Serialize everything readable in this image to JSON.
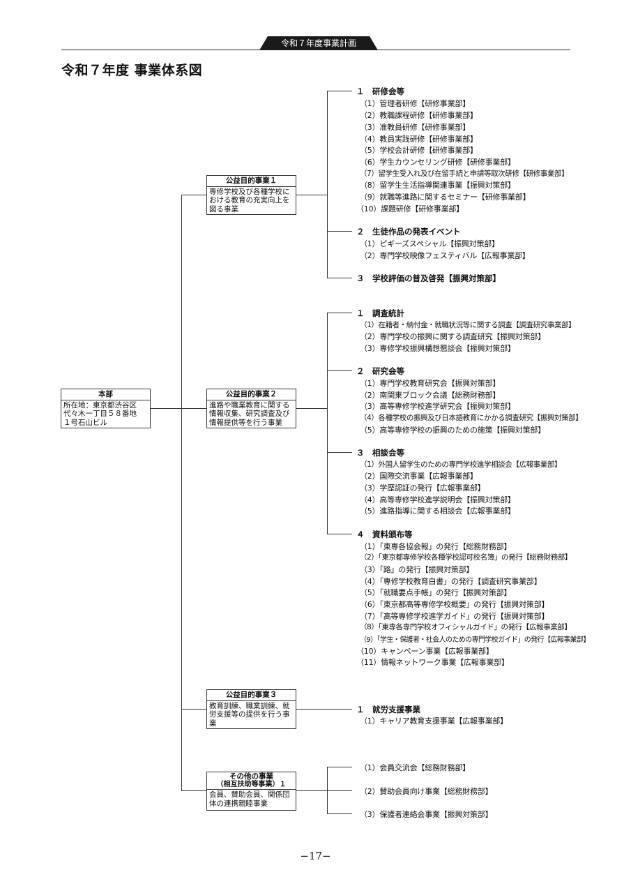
{
  "header": {
    "tab_label": "令和７年度事業計画",
    "title": "令和７年度 事業体系図"
  },
  "page_number": "−17−",
  "root": {
    "title": "本部",
    "lines": [
      "所在地：東京都渋谷区",
      "代々木一丁目５８番地",
      "１号石山ビル"
    ]
  },
  "branches": [
    {
      "head": [
        "公益目的事業１"
      ],
      "lines": [
        "専修学校及び各種学校に",
        "おける教育の充実向上を",
        "図る事業"
      ]
    },
    {
      "head": [
        "公益目的事業２"
      ],
      "lines": [
        "進路や職業教育に関する",
        "情報収集、研究調査及び",
        "情報提供等を行う事業"
      ]
    },
    {
      "head": [
        "公益目的事業３"
      ],
      "lines": [
        "教育訓練、職業訓練、就",
        "労支援等の提供を行う事",
        "業"
      ]
    },
    {
      "head": [
        "その他の事業",
        "（相互扶助等事業）１"
      ],
      "lines": [
        "会員、賛助会員、関係団",
        "体の連携親睦事業"
      ]
    }
  ],
  "groups": [
    {
      "heading": "１　研修会等",
      "items": [
        "（1）管理者研修【研修事業部】",
        "（2）教職課程研修【研修事業部】",
        "（3）准教員研修【研修事業部】",
        "（4）教員実践研修【研修事業部】",
        "（5）学校会計研修【研修事業部】",
        "（6）学生カウンセリング研修【研修事業部】",
        "（7）留学生受入れ及び在留手続と申請等取次研修【研修事業部】",
        "（8）留学生生活指導関連事業【振興対策部】",
        "（9）就職等進路に関するセミナー【研修事業部】",
        "（10）課題研修【研修事業部】"
      ]
    },
    {
      "heading": "２　生徒作品の発表イベント",
      "items": [
        "（1）ピギーズスペシャル【振興対策部】",
        "（2）専門学校映像フェスティバル【広報事業部】"
      ]
    },
    {
      "heading": "３　学校評価の普及啓発【振興対策部】",
      "items": []
    },
    {
      "heading": "１　調査統計",
      "items": [
        "（1）在籍者・納付金・就職状況等に関する調査【調査研究事業部】",
        "（2）専門学校の振興に関する調査研究【振興対策部】",
        "（3）専修学校振興構想懇談会【振興対策部】"
      ]
    },
    {
      "heading": "２　研究会等",
      "items": [
        "（1）専門学校教育研究会【振興対策部】",
        "（2）南関東ブロック会議【総務財務部】",
        "（3）高等専修学校進学研究会【振興対策部】",
        "（4）各種学校の振興及び日本語教育にかかる調査研究【振興対策部】",
        "（5）高等専修学校の振興のための施策【振興対策部】"
      ]
    },
    {
      "heading": "３　相談会等",
      "items": [
        "（1）外国人留学生のための専門学校進学相談会【広報事業部】",
        "（2）国際交流事業【広報事業部】",
        "（3）学歴認証の発行【広報事業部】",
        "（4）高等専修学校進学説明会【振興対策部】",
        "（5）進路指導に関する相談会【広報事業部】"
      ]
    },
    {
      "heading": "４　資料頒布等",
      "items": [
        "（1）「東専各協会報」の発行【総務財務部】",
        "（2）「東京都専修学校各種学校認可校名簿」の発行【総務財務部】",
        "（3）「路」の発行【振興対策部】",
        "（4）「専修学校教育白書」の発行【調査研究事業部】",
        "（5）「就職要点手帳」の発行【振興対策部】",
        "（6）「東京都高等専修学校概要」の発行【振興対策部】",
        "（7）「高等専修学校進学ガイド」の発行【振興対策部】",
        "（8）「東専各専門学校オフィシャルガイド」の発行【広報事業部】",
        "（9）「学生・保護者・社会人のための専門学校ガイド」の発行【広報事業部】",
        "（10）キャンペーン事業【広報事業部】",
        "（11）情報ネットワーク事業【広報事業部】"
      ]
    },
    {
      "heading": "１　就労支援事業",
      "items": [
        "（1）キャリア教育支援事業【広報事業部】"
      ]
    },
    {
      "heading": "",
      "items": [
        "（1）会員交流会【総務財務部】",
        "（2）賛助会員向け事業【総務財務部】",
        "（3）保護者連絡会事業【振興対策部】"
      ]
    }
  ]
}
